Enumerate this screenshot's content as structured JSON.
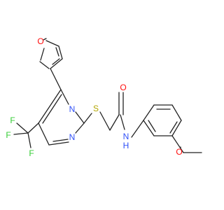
{
  "colors": {
    "bond": "#222222",
    "oxygen": "#ff0d0d",
    "nitrogen": "#3050f8",
    "fluorine": "#33cc33",
    "sulfur": "#b3a600",
    "background": "#ffffff"
  },
  "atom_labels": {
    "furan_o": "O",
    "pyr_n1": "N",
    "pyr_n2": "N",
    "sulfur": "S",
    "amide_o": "O",
    "amide_n": "N",
    "amide_h": "H",
    "ketone_o": "O",
    "f1": "F",
    "f2": "F",
    "f3": "F"
  }
}
